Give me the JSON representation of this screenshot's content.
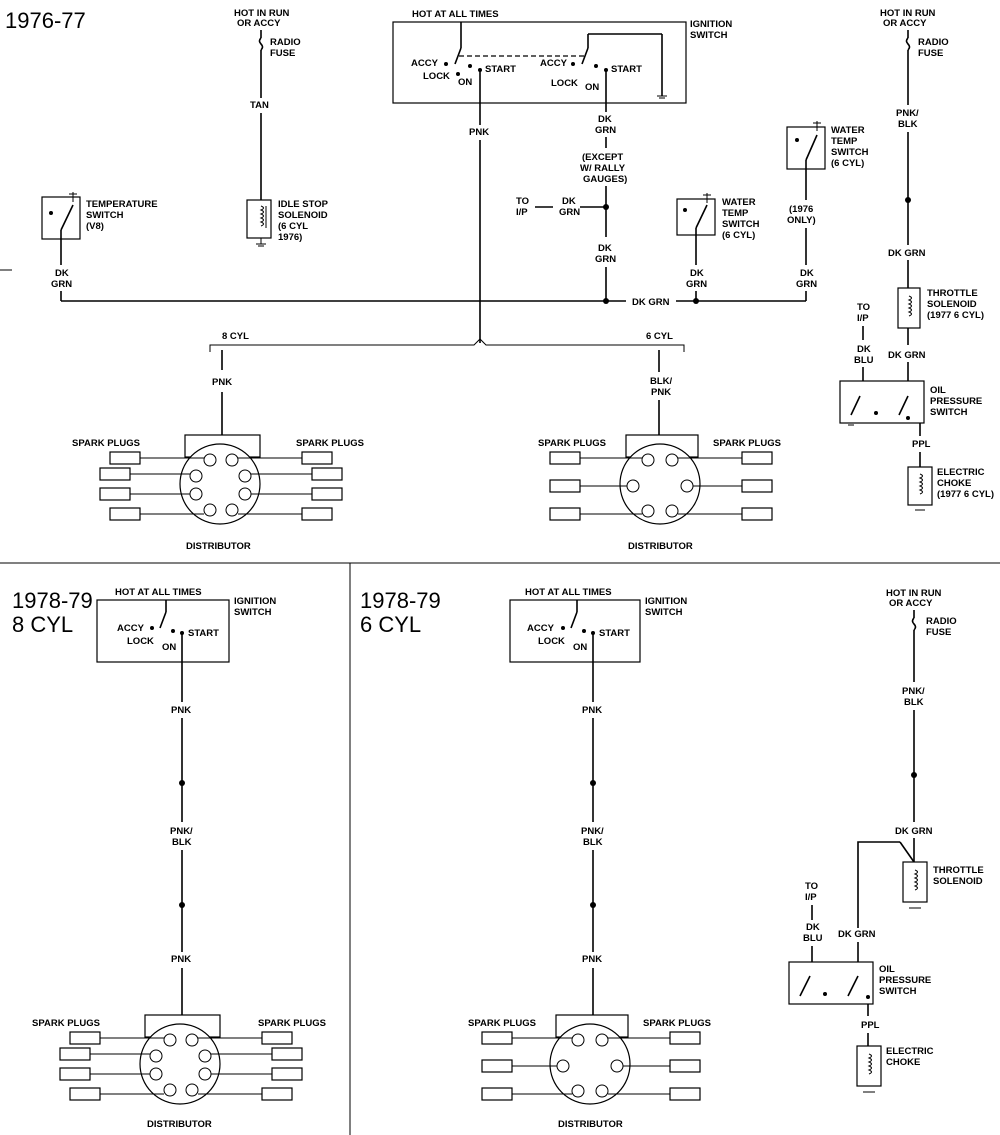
{
  "panel_1976_77": {
    "title": "1976-77",
    "radio_hot": [
      "HOT IN RUN",
      "OR ACCY"
    ],
    "radio_fuse": [
      "RADIO",
      "FUSE"
    ],
    "tan": "TAN",
    "idle_stop": [
      "IDLE STOP",
      "SOLENOID",
      "(6 CYL",
      "1976)"
    ],
    "hot_all_times": "HOT AT ALL TIMES",
    "ignition_switch": [
      "IGNITION",
      "SWITCH"
    ],
    "accy": "ACCY",
    "lock": "LOCK",
    "on": "ON",
    "start": "START",
    "pnk": "PNK",
    "dk": "DK",
    "grn": "GRN",
    "except": [
      "(EXCEPT",
      "W/ RALLY",
      "GAUGES)"
    ],
    "to": "TO",
    "ip": "I/P",
    "temperature_switch": [
      "TEMPERATURE",
      "SWITCH",
      "(V8)"
    ],
    "water_temp": [
      "WATER",
      "TEMP",
      "SWITCH",
      "(6 CYL)"
    ],
    "only1976": [
      "(1976",
      "ONLY)"
    ],
    "dk_grn": "DK GRN",
    "eight_cyl": "8 CYL",
    "six_cyl": "6 CYL",
    "blk_pnk": [
      "BLK/",
      "PNK"
    ],
    "spark_plugs": "SPARK PLUGS",
    "distributor": "DISTRIBUTOR",
    "pnk_blk": [
      "PNK/",
      "BLK"
    ],
    "throttle_solenoid": [
      "THROTTLE",
      "SOLENOID",
      "(1977 6 CYL)"
    ],
    "dk_blu": [
      "DK",
      "BLU"
    ],
    "oil_pressure": [
      "OIL",
      "PRESSURE",
      "SWITCH"
    ],
    "ppl": "PPL",
    "electric_choke": [
      "ELECTRIC",
      "CHOKE",
      "(1977 6 CYL)"
    ]
  },
  "panel_1978_79_8": {
    "title": [
      "1978-79",
      "8 CYL"
    ],
    "hot_all_times": "HOT AT ALL TIMES",
    "ignition_switch": [
      "IGNITION",
      "SWITCH"
    ],
    "accy": "ACCY",
    "lock": "LOCK",
    "on": "ON",
    "start": "START",
    "pnk": "PNK",
    "pnk_blk": [
      "PNK/",
      "BLK"
    ],
    "spark_plugs": "SPARK PLUGS",
    "distributor": "DISTRIBUTOR"
  },
  "panel_1978_79_6": {
    "title": [
      "1978-79",
      "6 CYL"
    ],
    "hot_all_times": "HOT AT ALL TIMES",
    "ignition_switch": [
      "IGNITION",
      "SWITCH"
    ],
    "accy": "ACCY",
    "lock": "LOCK",
    "on": "ON",
    "start": "START",
    "pnk": "PNK",
    "pnk_blk": [
      "PNK/",
      "BLK"
    ],
    "spark_plugs": "SPARK PLUGS",
    "distributor": "DISTRIBUTOR",
    "radio_hot": [
      "HOT IN RUN",
      "OR ACCY"
    ],
    "radio_fuse": [
      "RADIO",
      "FUSE"
    ],
    "dk_grn": "DK GRN",
    "throttle_solenoid": [
      "THROTTLE",
      "SOLENOID"
    ],
    "to": "TO",
    "ip": "I/P",
    "dk_blu": [
      "DK",
      "BLU"
    ],
    "oil_pressure": [
      "OIL",
      "PRESSURE",
      "SWITCH"
    ],
    "ppl": "PPL",
    "electric_choke": [
      "ELECTRIC",
      "CHOKE"
    ]
  }
}
